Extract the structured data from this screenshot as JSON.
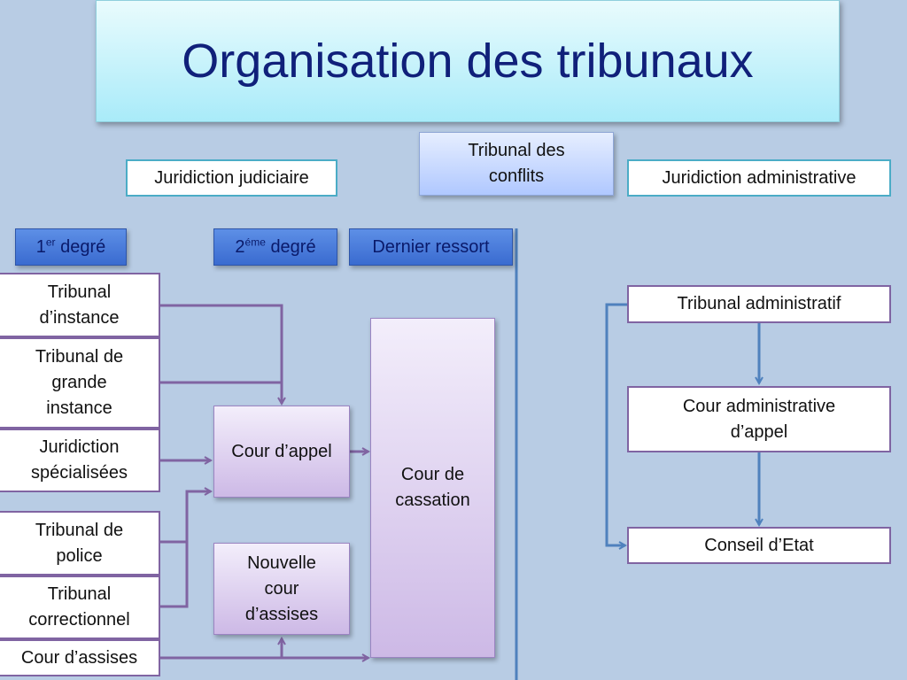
{
  "title": "Organisation des tribunaux",
  "header": {
    "judiciaire": "Juridiction judiciaire",
    "conflits": "Tribunal des conflits",
    "administrative": "Juridiction administrative"
  },
  "degrees": {
    "first_num": "1",
    "first_sup": "er",
    "first_word": "degré",
    "second_num": "2",
    "second_sup": "éme",
    "second_word": "degré",
    "last": "Dernier ressort"
  },
  "judicial": {
    "instance": "Tribunal d’instance",
    "grande_instance": "Tribunal de grande instance",
    "specialisees": "Juridiction spécialisées",
    "police": "Tribunal de police",
    "correctionnel": "Tribunal correctionnel",
    "assises": "Cour d’assises",
    "appel": "Cour d’appel",
    "nouvelle_assises": "Nouvelle cour d’assises",
    "cassation": "Cour de cassation"
  },
  "administrative": {
    "tribunal": "Tribunal administratif",
    "cour_appel": "Cour administrative d’appel",
    "conseil": "Conseil d’Etat"
  },
  "colors": {
    "background": "#b8cce4",
    "title_text": "#10207a",
    "judicial_connector": "#8064a2",
    "administrative_connector": "#4f81bd",
    "header_border": "#4bacc6"
  }
}
